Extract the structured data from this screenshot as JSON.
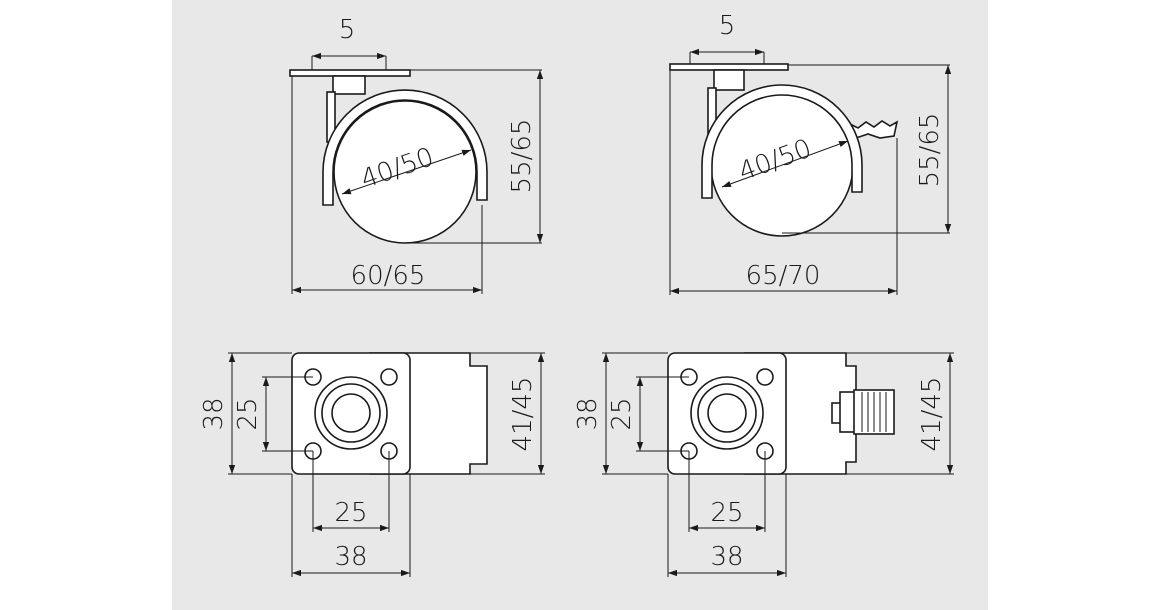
{
  "colors": {
    "sheet": "#e8e8e8",
    "line": "#1a1a1a",
    "part_fill": "#ffffff"
  },
  "dimensions": {
    "side_left": {
      "mount_offset": "5",
      "wheel_diameter": "40/50",
      "height": "55/65",
      "width": "60/65"
    },
    "side_right": {
      "mount_offset": "5",
      "wheel_diameter": "40/50",
      "height": "55/65",
      "width": "65/70"
    },
    "top_left": {
      "plate_height": "38",
      "hole_spacing_v": "25",
      "body_height": "41/45",
      "hole_spacing_h": "25",
      "plate_width": "38"
    },
    "top_right": {
      "plate_height": "38",
      "hole_spacing_v": "25",
      "body_height": "41/45",
      "hole_spacing_h": "25",
      "plate_width": "38"
    }
  }
}
